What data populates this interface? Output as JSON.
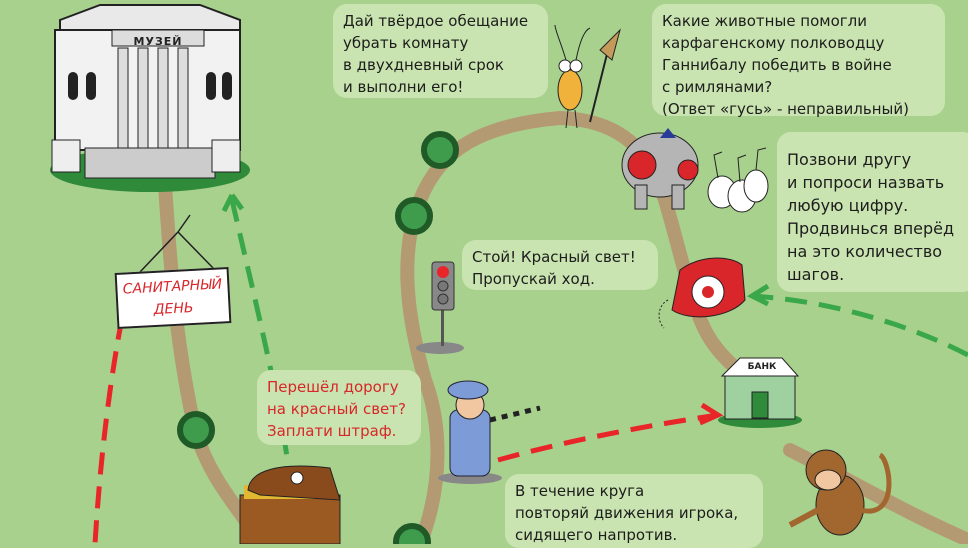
{
  "museum": {
    "label": "МУЗЕЙ"
  },
  "sign": {
    "line1": "САНИТАРНЫЙ",
    "line2": "ДЕНЬ"
  },
  "bank": {
    "label": "БАНК"
  },
  "bubbles": {
    "cleanup": [
      "Дай твёрдое обещание",
      "убрать комнату",
      "в двухдневный срок",
      "и выполни его!"
    ],
    "hannibal": [
      "Какие животные помогли",
      "карфагенскому полководцу",
      "Ганнибалу победить в войне",
      "с римлянами?",
      "(Ответ «гусь» - неправильный)"
    ],
    "call_friend": [
      "Позвони другу",
      "и попроси назвать",
      "любую цифру.",
      "Продвинься вперёд",
      "на это количество",
      "шагов."
    ],
    "red_light": [
      "Стой! Красный свет!",
      "Пропускай ход."
    ],
    "fine": [
      "Перешёл дорогу",
      "на красный свет?",
      "Заплати штраф."
    ],
    "mirror": [
      "В течение круга",
      "повторяй движения игрока,",
      "сидящего напротив."
    ]
  },
  "colors": {
    "background": "#a9d18e",
    "path": "#b49a72",
    "bubble": "#c9e4b0",
    "red_dash": "#e8262a",
    "green_dash": "#3aa84a",
    "step_fill": "#3f9c4c",
    "step_ring": "#1f5a27"
  }
}
